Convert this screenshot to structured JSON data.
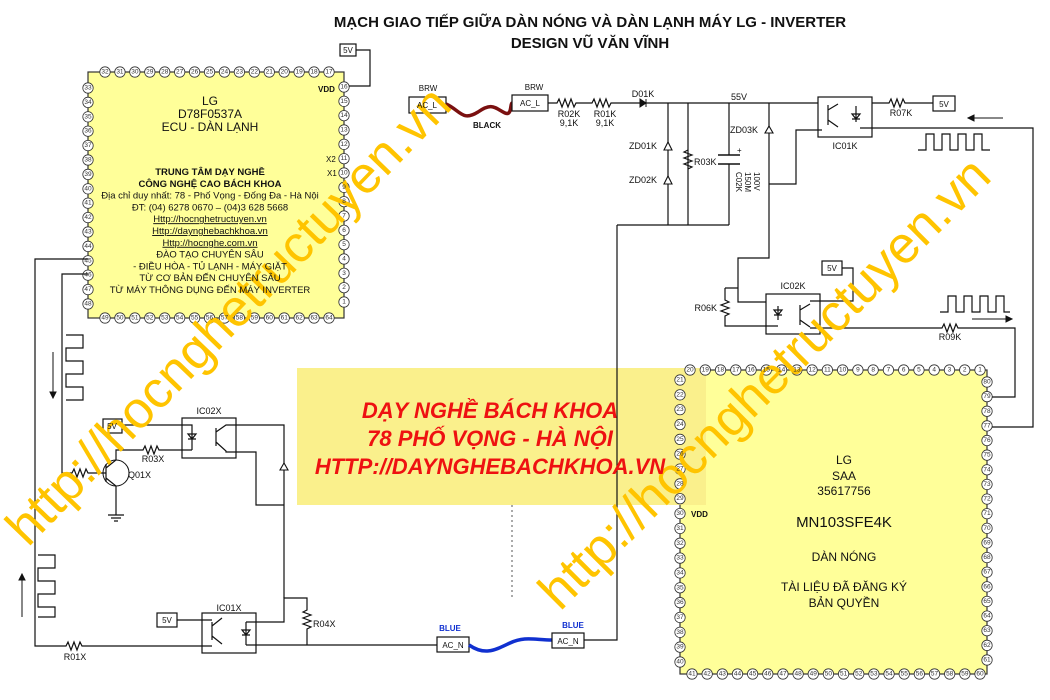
{
  "title": {
    "line1": "MẠCH GIAO TIẾP GIỮA DÀN NÓNG VÀ DÀN LẠNH MÁY LG -  INVERTER",
    "line2": "DESIGN VŨ VĂN VĨNH"
  },
  "indoor_chip": {
    "brand": "LG",
    "model": "D78F0537A",
    "name": "ECU - DÀN LẠNH",
    "vdd": "VDD",
    "x2": "X2",
    "x1": "X1",
    "info": [
      "TRUNG TÂM DẠY NGHỀ",
      "CÔNG NGHỆ CAO BÁCH KHOA",
      "Địa chỉ duy nhất: 78 - Phố Vọng - Đống Đa - Hà Nội",
      "ĐT: (04) 6278 0670 – (04)3 628 5668",
      "Http://hocnghetructuyen.vn",
      "Http://daynghebachkhoa.vn",
      "Http://hocnghe.com.vn",
      "ĐÀO TẠO CHUYÊN SÂU",
      "- ĐIỀU HÒA - TỦ LẠNH - MÁY GIẶT",
      "TỪ CƠ BẢN ĐẾN CHUYÊN SÂU",
      "TỪ MÁY THÔNG DỤNG ĐẾN MÁY INVERTER"
    ],
    "pins": {
      "top": [
        "32",
        "31",
        "30",
        "29",
        "28",
        "27",
        "26",
        "25",
        "24",
        "23",
        "22",
        "21",
        "20",
        "19",
        "18",
        "17"
      ],
      "right": [
        "16",
        "15",
        "14",
        "13",
        "12",
        "11",
        "10",
        "9",
        "8",
        "7",
        "6",
        "5",
        "4",
        "3",
        "2",
        "1"
      ],
      "left": [
        "33",
        "34",
        "35",
        "36",
        "37",
        "38",
        "39",
        "40",
        "41",
        "42",
        "43",
        "44",
        "45",
        "46",
        "47",
        "48"
      ],
      "bottom": [
        "49",
        "50",
        "51",
        "52",
        "53",
        "54",
        "55",
        "56",
        "57",
        "58",
        "59",
        "60",
        "61",
        "62",
        "63",
        "64"
      ]
    }
  },
  "outdoor_chip": {
    "brand": "LG",
    "line2": "SAA",
    "line3": "35617756",
    "model": "MN103SFE4K",
    "name": "DÀN NÓNG",
    "note1": "TÀI LIỆU ĐÃ ĐĂNG KÝ",
    "note2": "BẢN QUYỀN",
    "vdd": "VDD",
    "pins": {
      "top": [
        "20",
        "19",
        "18",
        "17",
        "16",
        "15",
        "14",
        "13",
        "12",
        "11",
        "10",
        "9",
        "8",
        "7",
        "6",
        "5",
        "4",
        "3",
        "2",
        "1"
      ],
      "right": [
        "80",
        "79",
        "78",
        "77",
        "76",
        "75",
        "74",
        "73",
        "72",
        "71",
        "70",
        "69",
        "68",
        "67",
        "66",
        "65",
        "64",
        "63",
        "62",
        "61"
      ],
      "left": [
        "21",
        "22",
        "23",
        "24",
        "25",
        "26",
        "27",
        "28",
        "29",
        "30",
        "31",
        "32",
        "33",
        "34",
        "35",
        "36",
        "37",
        "38",
        "39",
        "40"
      ],
      "bottom": [
        "41",
        "42",
        "43",
        "44",
        "45",
        "46",
        "47",
        "48",
        "49",
        "50",
        "51",
        "52",
        "53",
        "54",
        "55",
        "56",
        "57",
        "58",
        "59",
        "60"
      ]
    }
  },
  "components": {
    "v5": "5V",
    "brw": "BRW",
    "ac_l": "AC_L",
    "ac_n": "AC_N",
    "black": "BLACK",
    "blue": "BLUE",
    "r02k": "R02K",
    "r02k_val": "9,1K",
    "r01k": "R01K",
    "r01k_val": "9,1K",
    "d01k": "D01K",
    "v55": "55V",
    "zd01k": "ZD01K",
    "zd02k": "ZD02K",
    "zd03k": "ZD03K",
    "r03k": "R03K",
    "c02k": "C02K",
    "c02k_cap": "150M",
    "c02k_volt": "100V",
    "ic01k": "IC01K",
    "r07k": "R07K",
    "ic02k": "IC02K",
    "r06k": "R06K",
    "r09k": "R09K",
    "ic02x": "IC02X",
    "r03x": "R03X",
    "q01x": "Q01X",
    "ic01x": "IC01X",
    "r01x": "R01X",
    "r04x": "R04X"
  },
  "banner": {
    "line1": "DẠY NGHỀ BÁCH KHOA",
    "line2": "78 PHỐ VỌNG - HÀ NỘI",
    "line3": "HTTP://DAYNGHEBACHKHOA.VN"
  },
  "watermark": "http://hocnghetructuyen.vn",
  "colors": {
    "chip_fill": "#ffff99",
    "banner_fill": "#faf08c",
    "banner_text": "#ee1111",
    "watermark": "#ffc400",
    "black_wire": "#7a1010",
    "blue_wire": "#1030d0"
  }
}
